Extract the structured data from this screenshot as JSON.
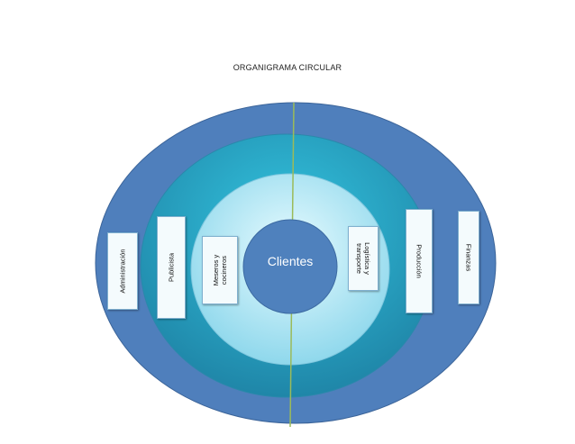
{
  "title": "ORGANIGRAMA CIRCULAR",
  "center": {
    "label": "Clientes"
  },
  "left_boxes": [
    {
      "name": "administracion",
      "label": "Administración"
    },
    {
      "name": "publicista",
      "label": "Publicista"
    },
    {
      "name": "meseros-y-cocineros",
      "label": "Meseros y\ncocineros"
    }
  ],
  "right_boxes": [
    {
      "name": "logistica-y-transporte",
      "label": "Logística y\ntransporte"
    },
    {
      "name": "produccion",
      "label": "Producción"
    },
    {
      "name": "finanzas",
      "label": "Finanzas"
    }
  ],
  "colors": {
    "outer_ring": "#4f7fbc",
    "middle_ring": "#2aa7c4",
    "inner_ring": "#b7ecf6",
    "center_circle": "#4f81bd",
    "divider": "#9bbb59"
  }
}
